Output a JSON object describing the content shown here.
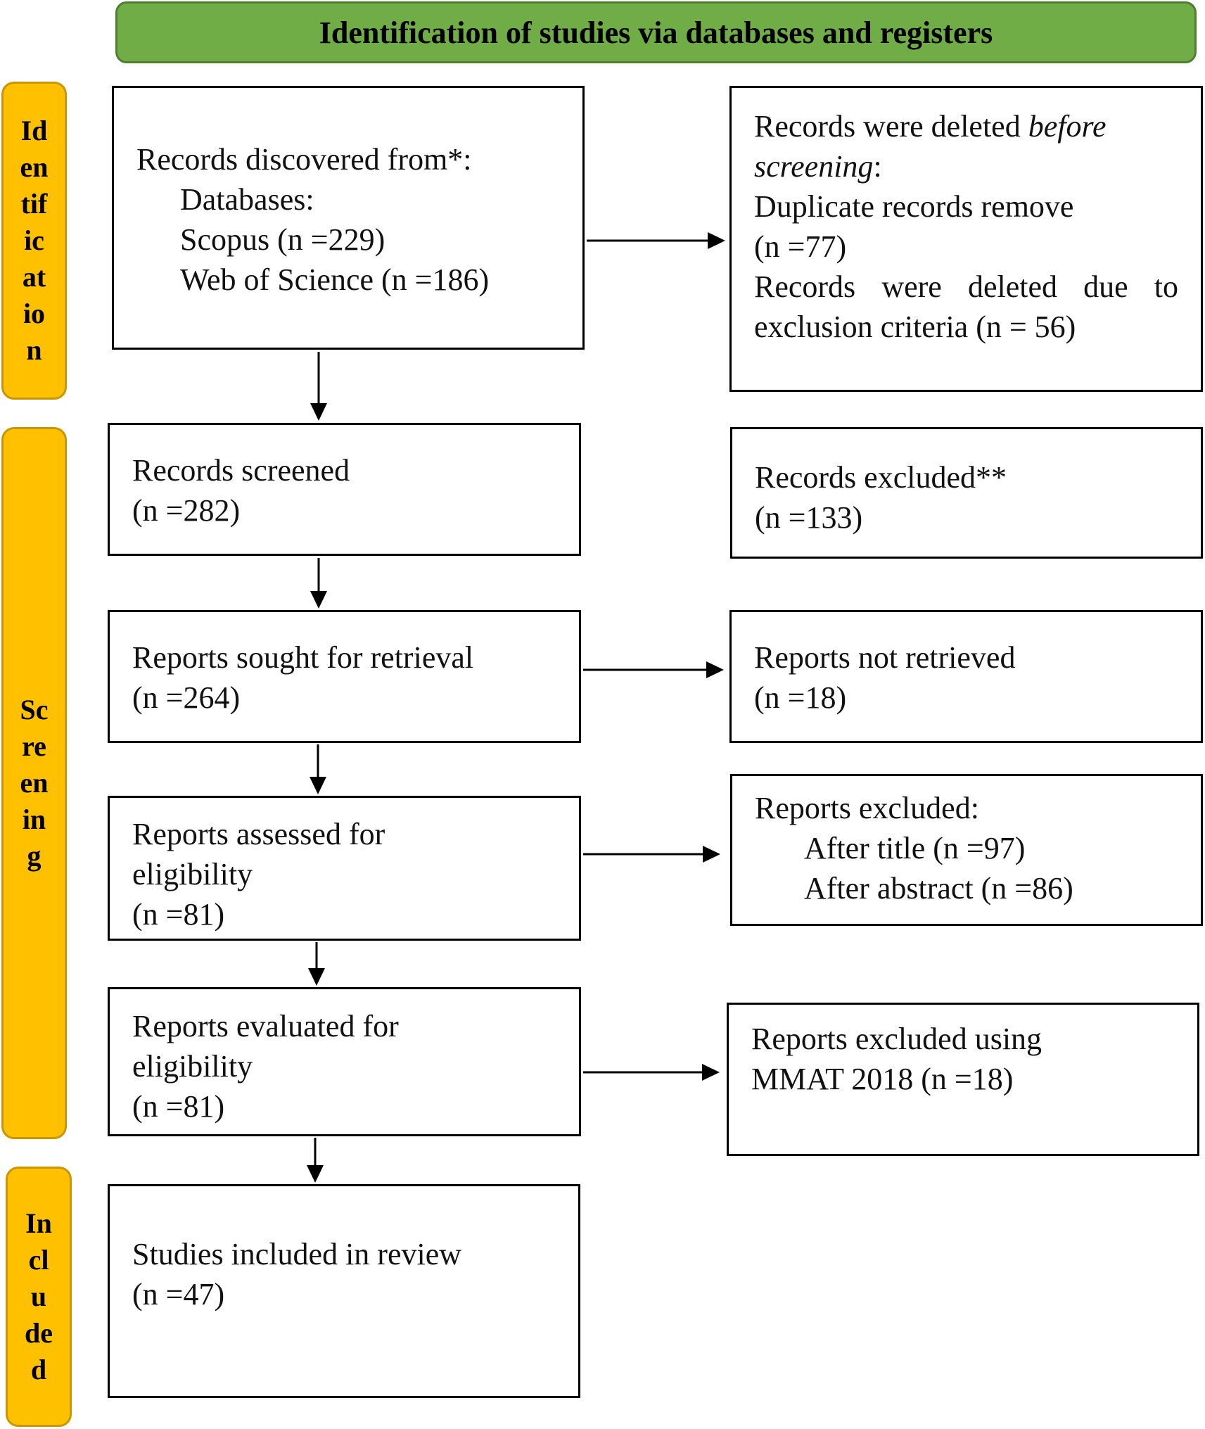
{
  "header": {
    "title": "Identification of studies via databases and registers"
  },
  "phases": {
    "identification": [
      "Id",
      "en",
      "tif",
      "ic",
      "at",
      "io",
      "n"
    ],
    "screening": [
      "Sc",
      "re",
      "en",
      "in",
      "g"
    ],
    "included": [
      "In",
      "cl",
      "u",
      "de",
      "d"
    ]
  },
  "boxes": {
    "records_discovered": {
      "title": "Records discovered from*:",
      "databases": "Databases:",
      "scopus": "Scopus (n =229)",
      "wos": "Web of Science (n =186)"
    },
    "records_deleted": {
      "line1_prefix": "Records were deleted ",
      "line1_italic": "before",
      "line2_italic": "screening",
      "line2_suffix": ":",
      "dup": "Duplicate records remove",
      "dup_n": "(n =77)",
      "excl_words": [
        "Records",
        "were",
        "deleted",
        "due",
        "to"
      ],
      "excl2": "exclusion criteria (n = 56)"
    },
    "records_screened": {
      "title": "Records screened",
      "n": "(n =282)"
    },
    "records_excluded": {
      "title": "Records excluded**",
      "n": "(n =133)"
    },
    "reports_sought": {
      "title": "Reports sought for retrieval",
      "n": "(n =264)"
    },
    "reports_not_retrieved": {
      "title": "Reports not retrieved",
      "n": "(n =18)"
    },
    "reports_assessed": {
      "title": "Reports assessed for",
      "title2": "eligibility",
      "n": "(n =81)"
    },
    "reports_excluded": {
      "title": "Reports excluded:",
      "after_title": "After title (n =97)",
      "after_abstract": "After abstract (n =86)"
    },
    "reports_evaluated": {
      "title": "Reports evaluated for",
      "title2": "eligibility",
      "n": "(n =81)"
    },
    "reports_excluded_mmat": {
      "title": "Reports excluded using",
      "title2": "MMAT 2018 (n =18)"
    },
    "studies_included": {
      "title": "Studies included in review",
      "n": "(n =47)"
    }
  }
}
